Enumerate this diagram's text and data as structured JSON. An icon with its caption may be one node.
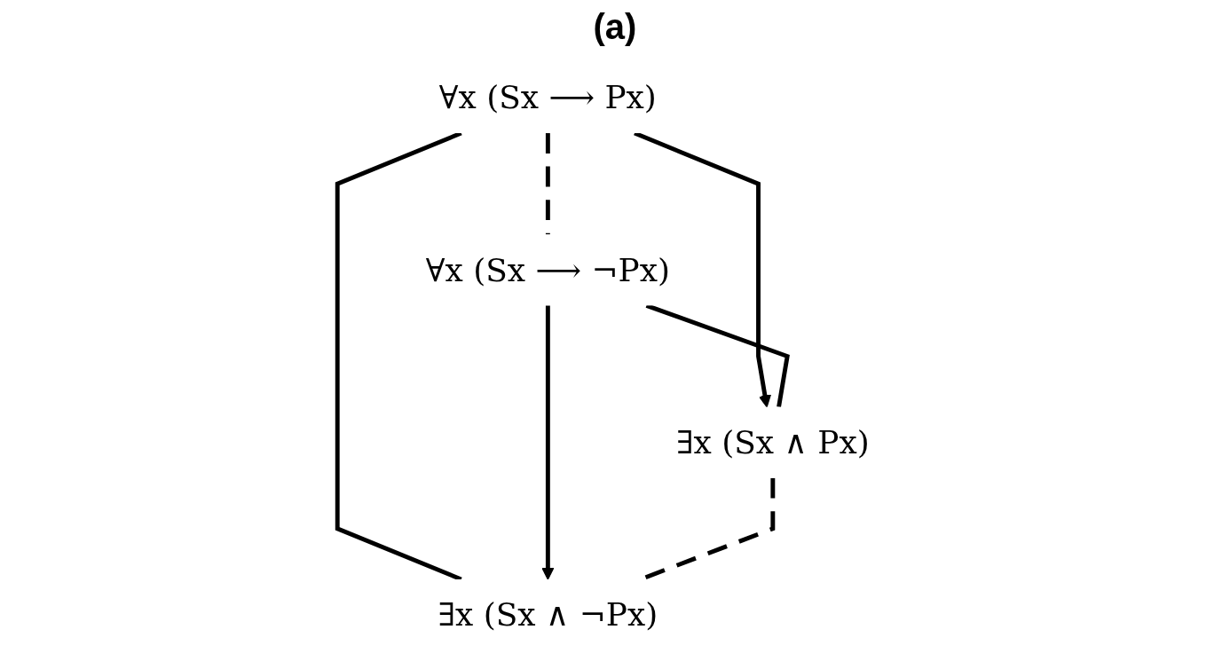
{
  "diagram": {
    "title": "(a)",
    "nodes": [
      {
        "text": [
          "∀x (Sx ⟶ Px)"
        ]
      },
      {
        "text": [
          "∀x (Sx ⟶ ¬Px)"
        ]
      },
      {
        "text": [
          "∃x (Sx ∧ Px)"
        ]
      },
      {
        "text": [
          "∃x (Sx ∧ ¬Px)"
        ]
      }
    ],
    "edges": [
      {
        "from": 0,
        "to": 1,
        "arrow": "none",
        "style": "dashed"
      },
      {
        "from": 0,
        "to": 2,
        "arrow": "to"
      },
      {
        "from": 0,
        "to": 3,
        "arrow": "none"
      },
      {
        "from": 1,
        "to": 2,
        "arrow": "none"
      },
      {
        "from": 1,
        "to": 3,
        "arrow": "to"
      },
      {
        "from": 2,
        "to": 3,
        "arrow": "none",
        "style": "dashed"
      }
    ]
  }
}
